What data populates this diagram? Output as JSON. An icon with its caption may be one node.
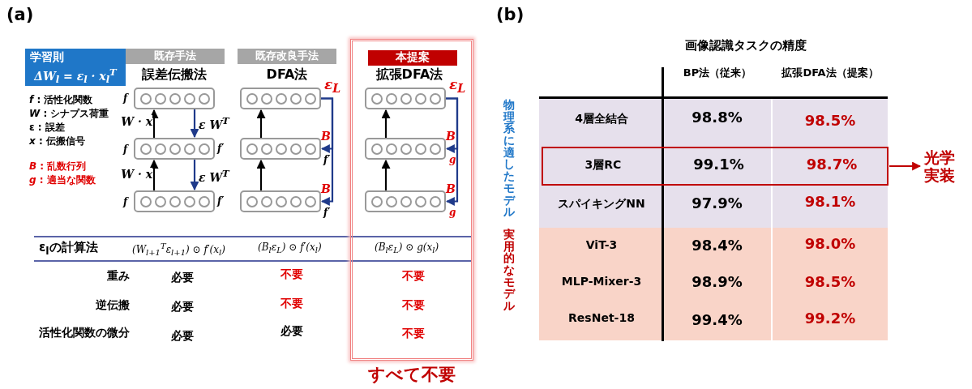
{
  "diagram": {
    "nodes": [
      {
        "text": [
          "学習則",
          "ΔW$_{l}$ = ε$_{l}$ · x$_{l}$$^{T}$"
        ]
      },
      {
        "text": [
          "既存手法"
        ]
      },
      {
        "text": [
          "既存改良手法"
        ]
      },
      {
        "text": [
          "すべて不要"
        ]
      },
      {
        "text": [
          "本提案"
        ],
        "in": 3
      },
      {
        "text": [],
        "shape": "box",
        "beside": [
          "f"
        ]
      },
      {
        "text": [],
        "shape": "box",
        "beside": [
          "f",
          "f′"
        ]
      },
      {
        "text": [],
        "shape": "box",
        "beside": [
          "f",
          "f′"
        ]
      },
      {
        "text": [],
        "shape": "box",
        "beside": [
          "ε$_{L}$"
        ]
      },
      {
        "text": [],
        "shape": "box",
        "beside": [
          "f′"
        ]
      },
      {
        "text": [],
        "shape": "box",
        "beside": [
          "f′"
        ]
      },
      {
        "text": [],
        "shape": "box",
        "in": 3,
        "beside": [
          "ε$_{L}$"
        ]
      },
      {
        "text": [],
        "shape": "box",
        "in": 3,
        "beside": [
          "g"
        ]
      },
      {
        "text": [],
        "shape": "box",
        "in": 3,
        "beside": [
          "g"
        ]
      },
      {
        "text": [
          "3層RC",
          "99.1%",
          "98.7%"
        ]
      },
      {
        "text": [
          "光学実装"
        ]
      }
    ],
    "edges": [
      {
        "from": 7,
        "to": 6,
        "arrow": "to",
        "label": "W · x"
      },
      {
        "from": 6,
        "to": 5,
        "arrow": "to",
        "label": "W · x"
      },
      {
        "from": 5,
        "to": 6,
        "arrow": "to",
        "label": "ε W$^{T}$",
        "color": "#1f3a8a"
      },
      {
        "from": 6,
        "to": 7,
        "arrow": "to",
        "label": "ε W$^{T}$",
        "color": "#1f3a8a"
      },
      {
        "from": 10,
        "to": 9,
        "arrow": "to"
      },
      {
        "from": 9,
        "to": 8,
        "arrow": "to"
      },
      {
        "from": 8,
        "to": 9,
        "arrow": "to",
        "label": "B",
        "color": "#1f3a8a"
      },
      {
        "from": 8,
        "to": 10,
        "arrow": "to",
        "label": "B",
        "color": "#1f3a8a"
      },
      {
        "from": 13,
        "to": 12,
        "arrow": "to"
      },
      {
        "from": 12,
        "to": 11,
        "arrow": "to"
      },
      {
        "from": 11,
        "to": 12,
        "arrow": "to",
        "label": "B",
        "color": "#1f3a8a"
      },
      {
        "from": 11,
        "to": 13,
        "arrow": "to",
        "label": "B",
        "color": "#1f3a8a"
      },
      {
        "from": 14,
        "to": 15,
        "arrow": "to",
        "color": "#c00000"
      }
    ],
    "labels": [
      "(a)",
      "(b)",
      "*f* : 活性化関数",
      "*W* : シナプス荷重",
      "ε : 誤差",
      "*x* : 伝搬信号",
      "*B* : 乱数行列",
      "*g* : 適当な関数",
      "誤差伝搬法",
      "DFA法",
      "拡張DFA法",
      "ε$_{l}$の計算法",
      "(W$_{l+1}$$^{T}$ε$_{l+1}$) ⊙ f′(x$_{l}$)",
      "(B$_{l}$ε$_{L}$) ⊙ f′(x$_{l}$)",
      "(B$_{l}$ε$_{L}$) ⊙ g(x$_{l}$)",
      "重み",
      "必要",
      "不要",
      "不要",
      "逆伝搬",
      "必要",
      "不要",
      "不要",
      "活性化関数の微分",
      "必要",
      "必要",
      "不要",
      "画像認識タスクの精度",
      "BP法（従来）",
      "拡張DFA法（提案）",
      "物理系に適したモデル",
      "4層全結合",
      "98.8%",
      "98.5%",
      "スパイキングNN",
      "97.9%",
      "98.1%",
      "実用的なモデル",
      "ViT-3",
      "98.4%",
      "98.0%",
      "MLP-Mixer-3",
      "98.9%",
      "98.5%",
      "ResNet-18",
      "99.4%",
      "99.2%"
    ]
  }
}
